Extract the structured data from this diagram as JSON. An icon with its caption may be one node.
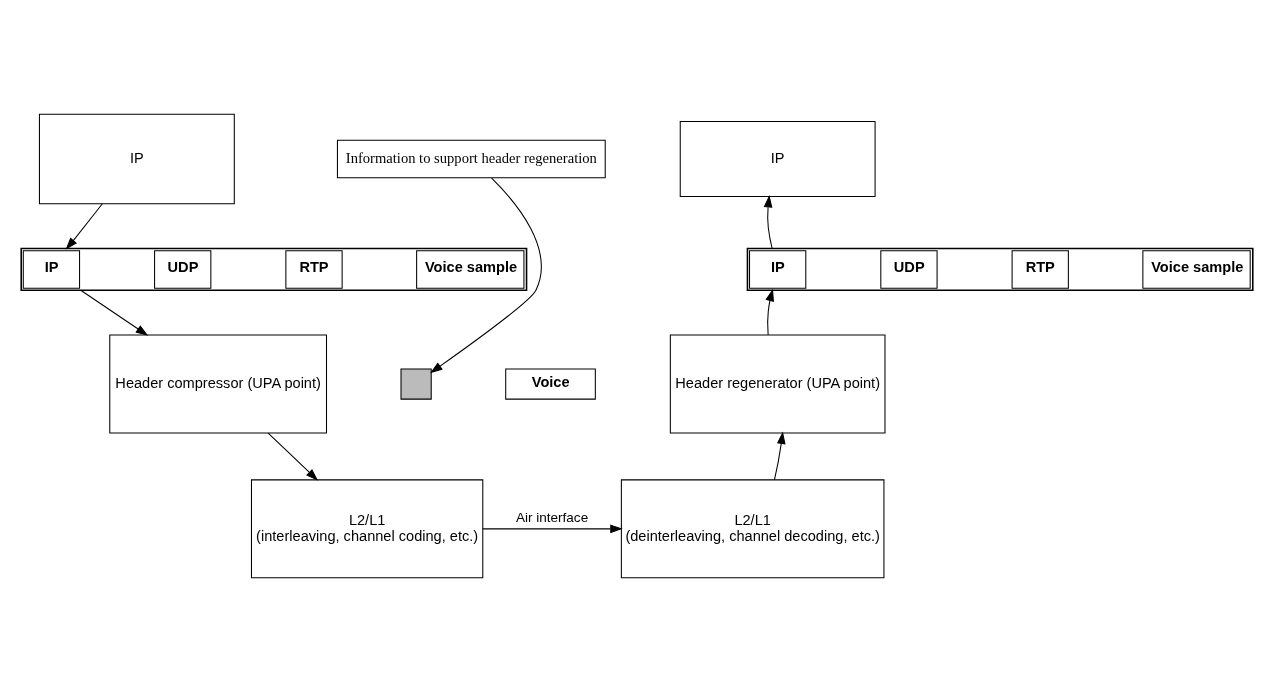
{
  "diagram": {
    "nodes": [
      {
        "text": [
          "IP"
        ]
      },
      {
        "text": [],
        "shape": "bar"
      },
      {
        "text": [
          "IP"
        ],
        "in": 1
      },
      {
        "text": [
          "UDP"
        ],
        "in": 1
      },
      {
        "text": [
          "RTP"
        ],
        "in": 1
      },
      {
        "text": [
          "Voice sample"
        ],
        "in": 1
      },
      {
        "text": [
          "Header compressor (UPA point)"
        ]
      },
      {
        "text": [
          "L2/L1",
          "(interleaving, channel coding, etc.)"
        ]
      },
      {
        "text": [
          "Information to support header regeneration"
        ]
      },
      {
        "text": [],
        "shape": "box"
      },
      {
        "text": [
          "Voice"
        ]
      },
      {
        "text": [
          "L2/L1",
          "(deinterleaving, channel decoding, etc.)"
        ]
      },
      {
        "text": [
          "Header regenerator (UPA point)"
        ]
      },
      {
        "text": [],
        "shape": "bar"
      },
      {
        "text": [
          "IP"
        ],
        "in": 13
      },
      {
        "text": [
          "UDP"
        ],
        "in": 13
      },
      {
        "text": [
          "RTP"
        ],
        "in": 13
      },
      {
        "text": [
          "Voice sample"
        ],
        "in": 13
      },
      {
        "text": [
          "IP"
        ]
      }
    ],
    "edges": [
      {
        "from": 0,
        "to": 1,
        "arrow": "to"
      },
      {
        "from": 1,
        "to": 6,
        "arrow": "to"
      },
      {
        "from": 6,
        "to": 7,
        "arrow": "to"
      },
      {
        "from": 7,
        "to": 11,
        "arrow": "to",
        "label": "Air interface"
      },
      {
        "from": 8,
        "to": 9,
        "arrow": "to"
      },
      {
        "from": 11,
        "to": 12,
        "arrow": "to"
      },
      {
        "from": 12,
        "to": 13,
        "arrow": "to"
      },
      {
        "from": 13,
        "to": 18,
        "arrow": "to"
      }
    ]
  }
}
